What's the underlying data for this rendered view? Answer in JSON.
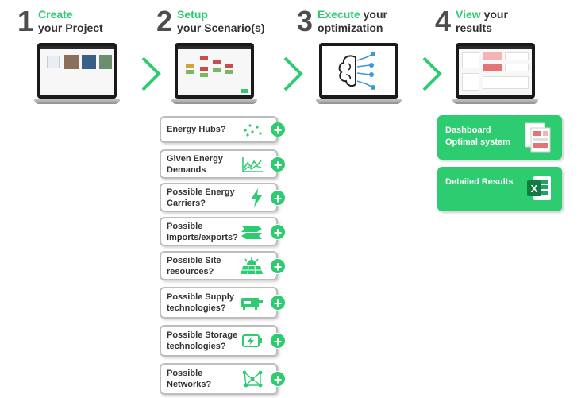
{
  "steps": [
    {
      "num": "1",
      "highlight": "Create",
      "rest1": "",
      "line2": "your Project"
    },
    {
      "num": "2",
      "highlight": "Setup",
      "rest1": "",
      "line2": "your Scenario(s)"
    },
    {
      "num": "3",
      "highlight": "Execute",
      "rest1": " your",
      "line2": "optimization"
    },
    {
      "num": "4",
      "highlight": "View",
      "rest1": " your",
      "line2": "results"
    }
  ],
  "questions": [
    {
      "label": "Energy Hubs?",
      "icon": "scatter-dots-icon"
    },
    {
      "label": "Given Energy Demands",
      "icon": "demand-chart-icon"
    },
    {
      "label": "Possible Energy Carriers?",
      "icon": "lightning-icon"
    },
    {
      "label": "Possible Imports/exports?",
      "icon": "arrows-icon"
    },
    {
      "label": "Possible Site resources?",
      "icon": "solar-panel-icon"
    },
    {
      "label": "Possible Supply technologies?",
      "icon": "boiler-icon"
    },
    {
      "label": "Possible Storage technologies?",
      "icon": "battery-icon"
    },
    {
      "label": "Possible Networks?",
      "icon": "network-icon"
    }
  ],
  "results": [
    {
      "label": "Dashboard Optimal system",
      "icon": "report-icon"
    },
    {
      "label": "Detailed Results",
      "icon": "excel-icon"
    }
  ],
  "colors": {
    "accent": "#2ecc71",
    "number": "#4d4d4d",
    "border": "#bdbdbd"
  }
}
